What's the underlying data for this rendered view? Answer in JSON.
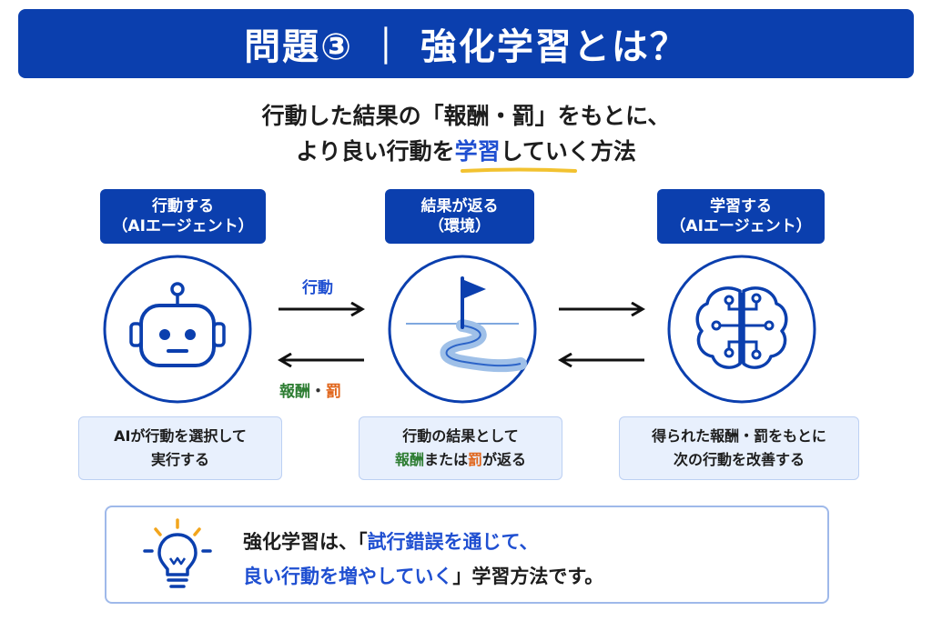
{
  "title": "問題③ ｜ 強化学習とは？",
  "subtitle": {
    "line1": "行動した結果の「報酬・罰」をもとに、",
    "line2_pre": "より良い行動を",
    "line2_highlight": "学習",
    "line2_post": "していく方法"
  },
  "steps": [
    {
      "label_top": "行動する",
      "label_bottom": "（AIエージェント）",
      "icon": "robot-icon",
      "description": [
        "AIが行動を選択して",
        "実行する"
      ]
    },
    {
      "label_top": "結果が返る",
      "label_bottom": "（環境）",
      "icon": "flag-path-icon",
      "description_line1": "行動の結果として",
      "description_line2_a": "報酬",
      "description_line2_b": "または",
      "description_line2_c": "罰",
      "description_line2_d": "が返る"
    },
    {
      "label_top": "学習する",
      "label_bottom": "（AIエージェント）",
      "icon": "brain-circuit-icon",
      "description": [
        "得られた報酬・罰をもとに",
        "次の行動を改善する"
      ]
    }
  ],
  "arrows": {
    "action_label": "行動",
    "reward_label": "報酬",
    "separator": "・",
    "penalty_label": "罰"
  },
  "summary": {
    "icon": "lightbulb-icon",
    "line1_a": "強化学習は、「",
    "line1_b": "試行錯誤を通じて、",
    "line2_a": "良い行動を増やしていく",
    "line2_b": "」学習方法です。"
  },
  "colors": {
    "primary": "#0b3fae",
    "accent_blue": "#1f4fd1",
    "reward_green": "#2d7d32",
    "penalty_orange": "#e0661c",
    "highlight_yellow": "#f2c230",
    "panel_bg": "#e8f0fd"
  }
}
